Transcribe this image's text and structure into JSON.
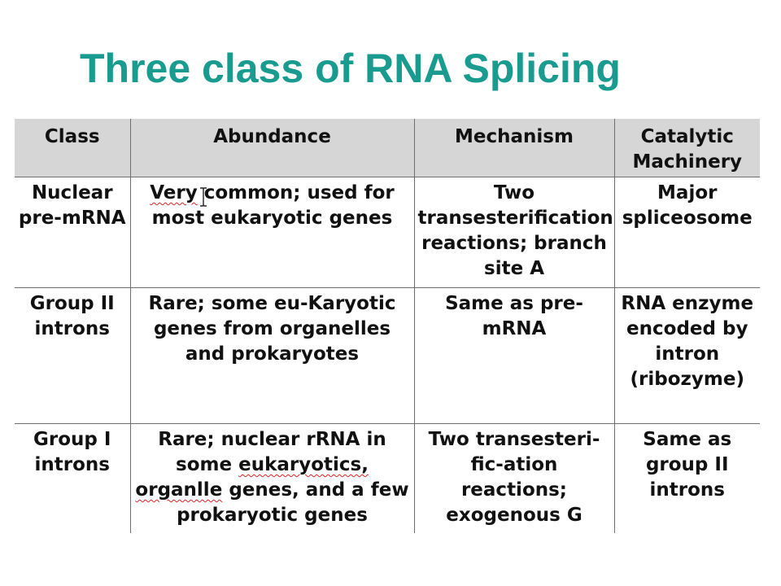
{
  "title": "Three class of RNA Splicing",
  "table": {
    "headers": [
      "Class",
      "Abundance",
      "Mechanism",
      "Catalytic Machinery"
    ],
    "rows": [
      {
        "class": "Nuclear pre-mRNA",
        "abundance": "Very common; used for most eukaryotic genes",
        "mechanism": "Two transesterification reactions; branch site A",
        "machinery": "Major spliceosome"
      },
      {
        "class": "Group II introns",
        "abundance": "Rare; some eu-Karyotic genes from organelles and prokaryotes",
        "mechanism": "Same as pre-mRNA",
        "machinery": "RNA enzyme encoded by intron (ribozyme)"
      },
      {
        "class": "Group I introns",
        "abundance": "Rare; nuclear rRNA in some eukaryotics, organlle genes, and a few prokaryotic genes",
        "mechanism": "Two transesteri­fic-ation reactions; exogenous G",
        "machinery": "Same as group II introns"
      }
    ]
  },
  "icons": {
    "cursor": "text-cursor-icon"
  },
  "colors": {
    "title": "#1a9b8f",
    "header_bg": "#d6d6d6",
    "spellcheck": "#dd2222"
  }
}
